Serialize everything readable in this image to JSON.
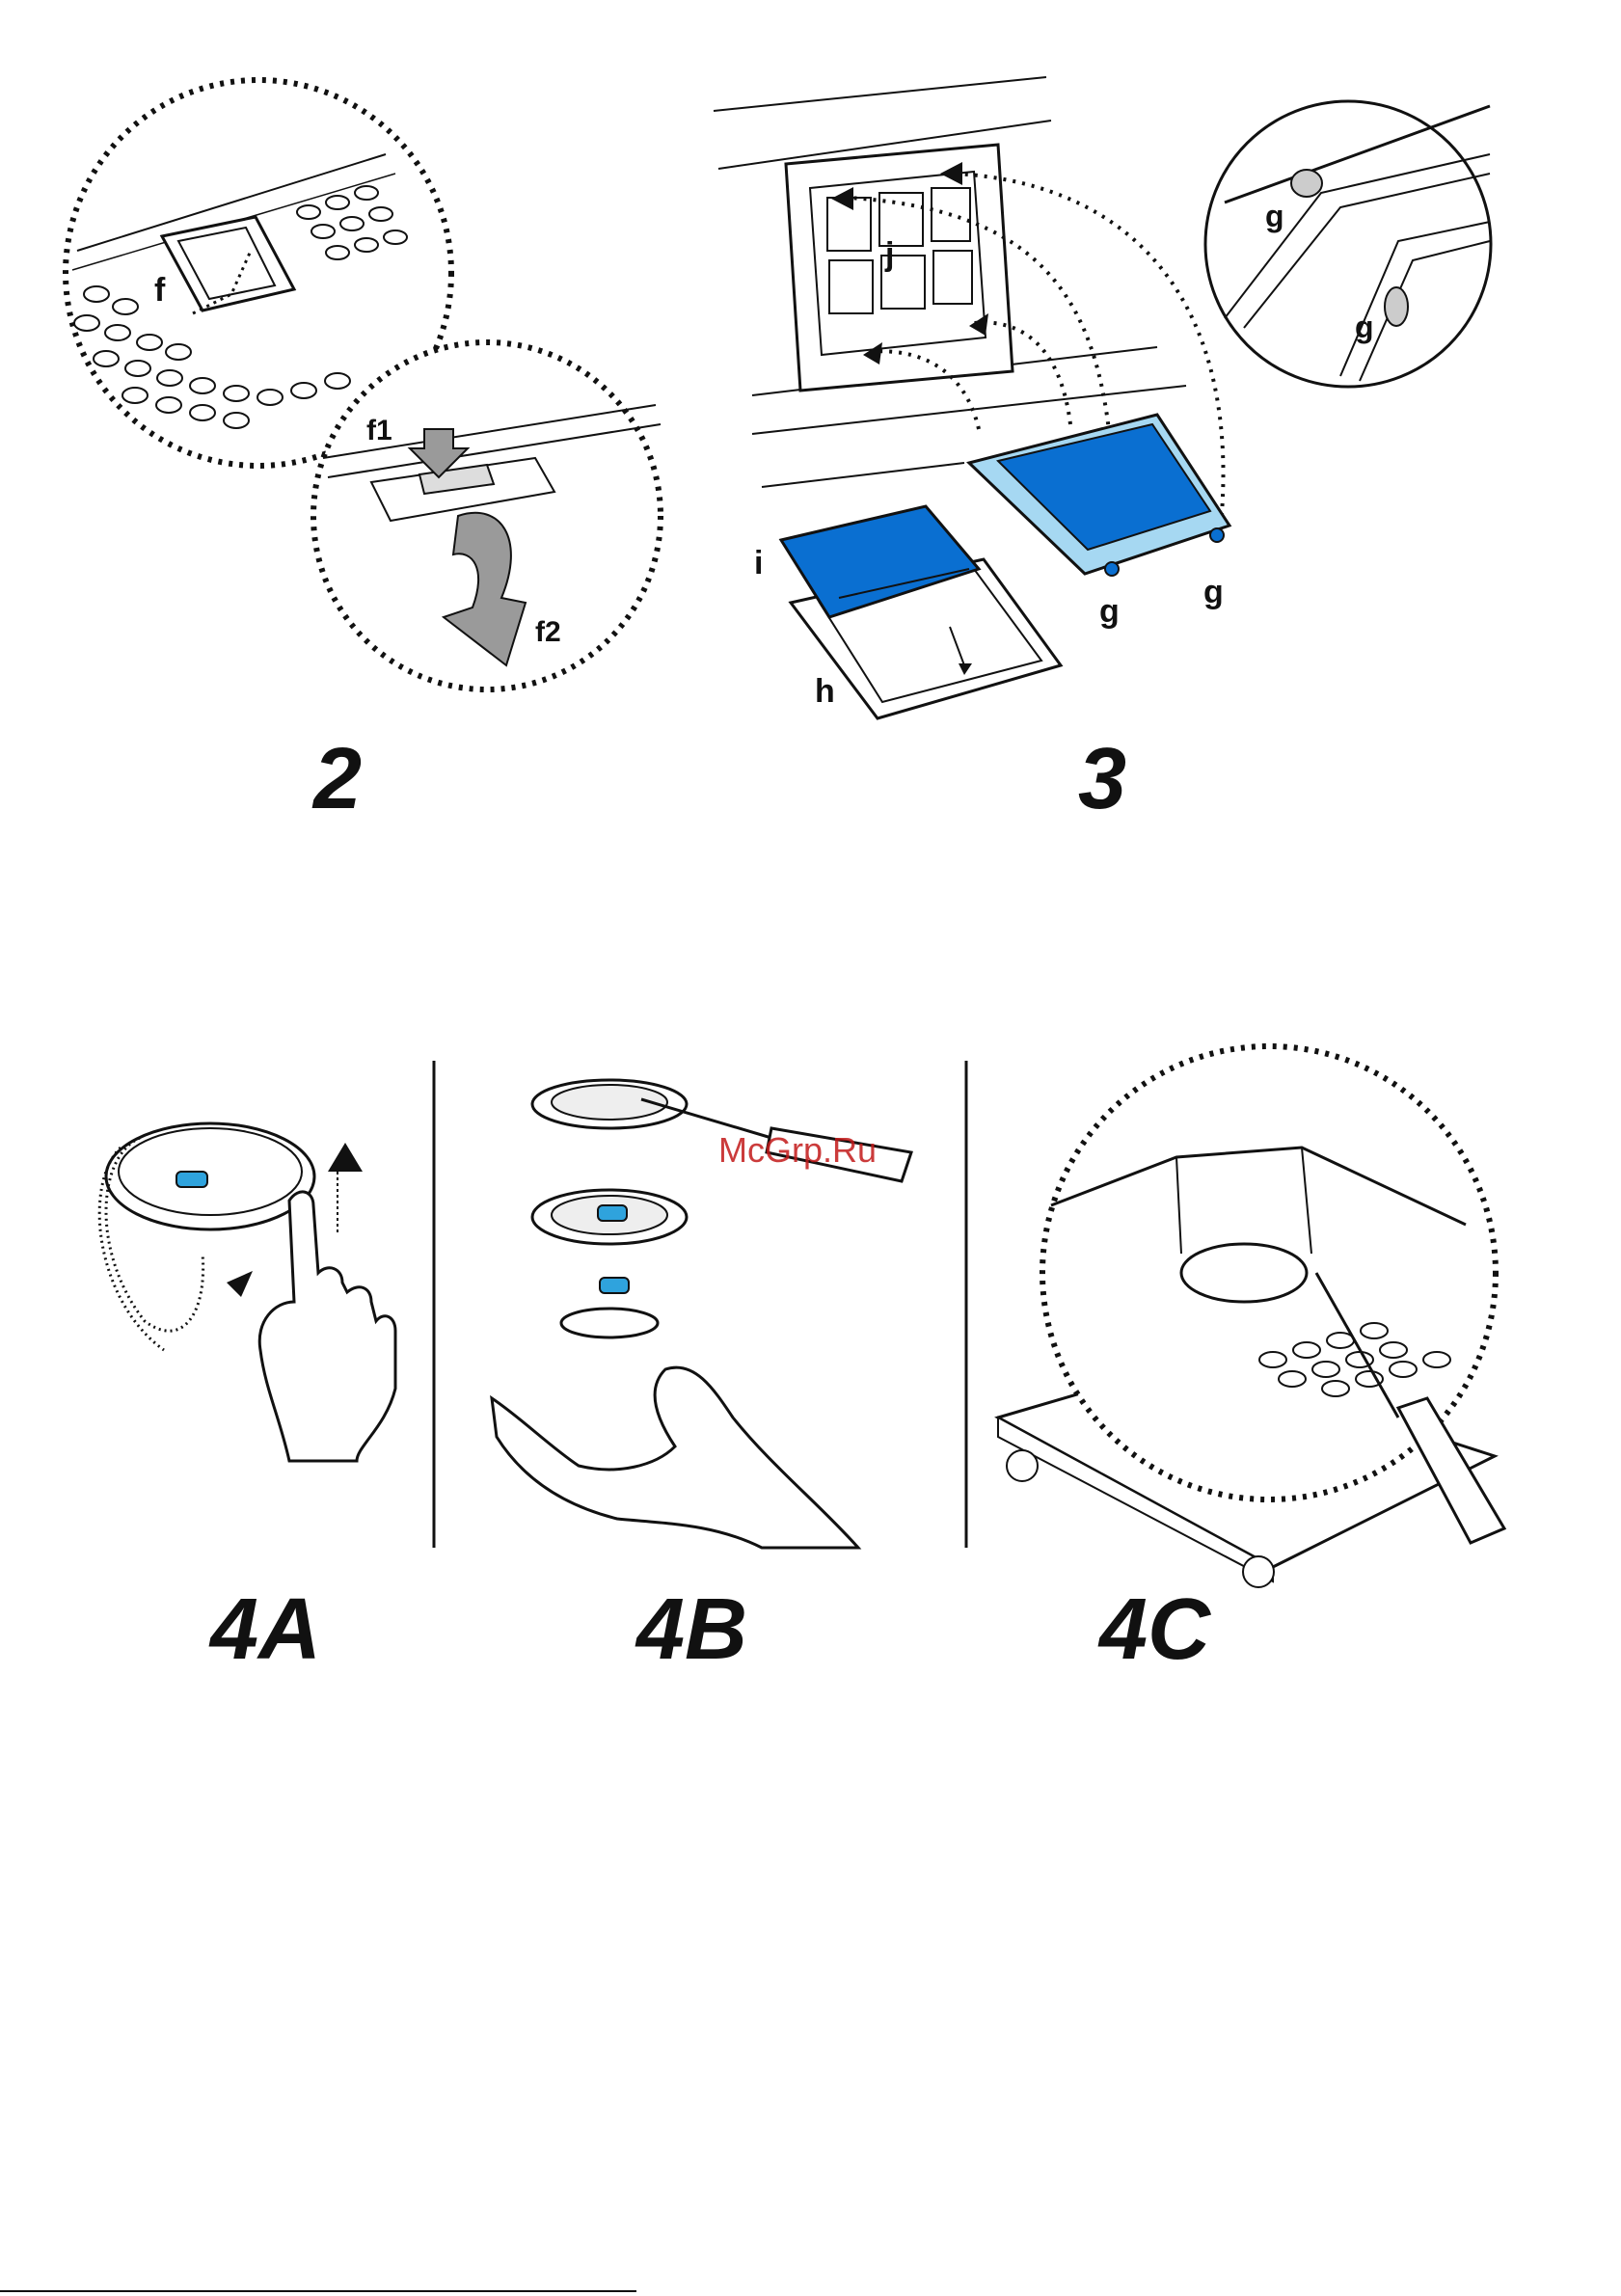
{
  "figures": {
    "fig2": "2",
    "fig3": "3",
    "fig4a": "4A",
    "fig4b": "4B",
    "fig4c": "4C"
  },
  "labels": {
    "f": "f",
    "f1": "f1",
    "f2": "f2",
    "g": "g",
    "h": "h",
    "i": "i",
    "j": "j"
  },
  "watermark": "McGrp.Ru",
  "colors": {
    "filter_blue": "#0a6fd1",
    "filter_light": "#a6d8f2",
    "bulb_blue": "#2fa3dd",
    "line": "#111111",
    "arrow_gray": "#9a9a9a"
  }
}
